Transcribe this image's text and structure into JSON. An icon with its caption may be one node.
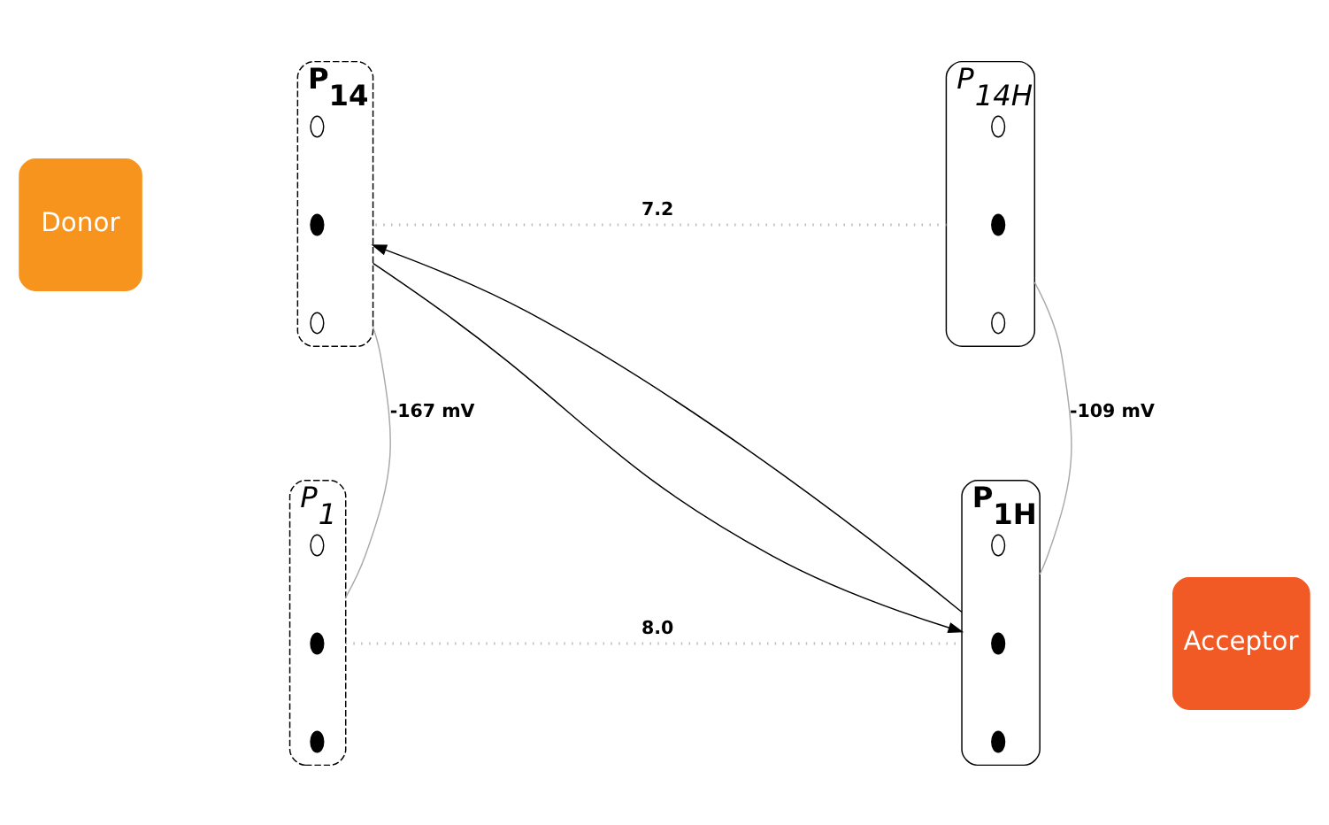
{
  "diagram": {
    "nodes": [
      {
        "text": [
          "Donor"
        ]
      },
      {
        "text": [
          "P$_{14}$"
        ]
      },
      {
        "text": [],
        "shape": "circle",
        "in": 1
      },
      {
        "text": [],
        "shape": "dot",
        "in": 1
      },
      {
        "text": [],
        "shape": "circle",
        "in": 1
      },
      {
        "text": [
          "P$_{14H}$"
        ]
      },
      {
        "text": [],
        "shape": "circle",
        "in": 5
      },
      {
        "text": [],
        "shape": "dot",
        "in": 5
      },
      {
        "text": [],
        "shape": "circle",
        "in": 5
      },
      {
        "text": [
          "P$_{1}$"
        ]
      },
      {
        "text": [],
        "shape": "circle",
        "in": 9
      },
      {
        "text": [],
        "shape": "dot",
        "in": 9
      },
      {
        "text": [],
        "shape": "dot",
        "in": 9
      },
      {
        "text": [
          "P$_{1H}$"
        ]
      },
      {
        "text": [],
        "shape": "circle",
        "in": 13
      },
      {
        "text": [],
        "shape": "dot",
        "in": 13
      },
      {
        "text": [],
        "shape": "dot",
        "in": 13
      },
      {
        "text": [
          "Acceptor"
        ]
      }
    ],
    "edges": [
      {
        "from": 5,
        "to": 1,
        "arrow": "none",
        "label": "7.2",
        "style": "dashed",
        "color": "#bbbbbb"
      },
      {
        "from": 1,
        "to": 9,
        "arrow": "none",
        "label": "-167 mV",
        "color": "#aaaaaa"
      },
      {
        "from": 5,
        "to": 13,
        "arrow": "none",
        "label": "-109 mV",
        "color": "#aaaaaa"
      },
      {
        "from": 1,
        "to": 13,
        "arrow": "to",
        "color": "#000000"
      },
      {
        "from": 13,
        "to": 1,
        "arrow": "to",
        "color": "#000000"
      },
      {
        "from": 9,
        "to": 13,
        "arrow": "none",
        "label": "8.0",
        "style": "dashed",
        "color": "#bbbbbb"
      }
    ]
  }
}
